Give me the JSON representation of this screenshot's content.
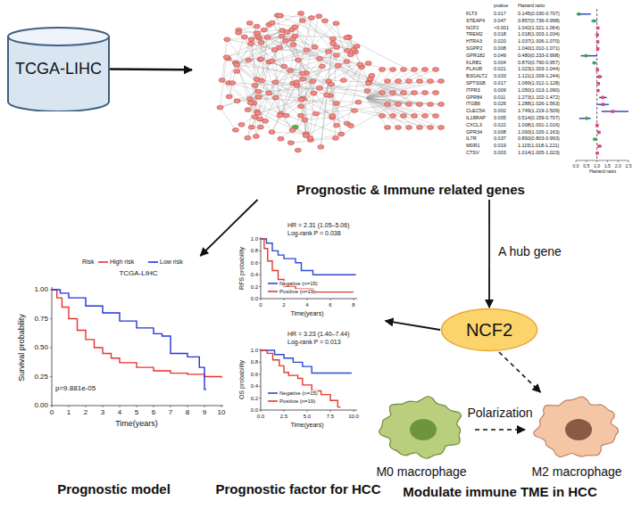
{
  "diagram": {
    "nodes": [
      {
        "text": [
          "TCGA-LIHC"
        ]
      },
      {
        "text": [
          "Prognostic & Immune related genes"
        ]
      },
      {
        "text": [
          "Prognostic model"
        ]
      },
      {
        "text": [
          "Prognostic factor for HCC"
        ]
      },
      {
        "text": [
          "NCF2"
        ]
      },
      {
        "text": [
          "M0 macrophage"
        ]
      },
      {
        "text": [
          "M2 macrophage"
        ]
      }
    ],
    "edges": [
      {
        "from": 0,
        "to": 1,
        "arrow": "to"
      },
      {
        "from": 1,
        "to": 2,
        "arrow": "to"
      },
      {
        "from": 1,
        "to": 4,
        "label": "A hub gene",
        "arrow": "to"
      },
      {
        "from": 4,
        "to": 3,
        "arrow": "to"
      },
      {
        "from": 4,
        "to": 6,
        "arrow": "to"
      },
      {
        "from": 5,
        "to": 6,
        "label": "Polarization",
        "arrow": "to"
      }
    ],
    "labels": [
      "pvalue",
      "Hazard ratio",
      "FLT3",
      "0.017",
      "0.145(0.030-0.707)",
      "STEAP4",
      "0.047",
      "0.857(0.736-0.998)",
      "NCF2",
      "<0.001",
      "1.042(1.021-1.064)",
      "TREM2",
      "0.018",
      "1.018(1.003-1.034)",
      "HTRA3",
      "0.020",
      "1.037(1.006-1.070)",
      "SGPP2",
      "0.008",
      "1.040(1.010-1.071)",
      "GPR182",
      "0.049",
      "0.480(0.233-0.998)",
      "KLRB1",
      "0.004",
      "0.870(0.790-0.957)",
      "PLAUR",
      "0.021",
      "1.023(1.003-1.044)",
      "B3GALT2",
      "0.033",
      "1.121(1.009-1.244)",
      "SPTSSB",
      "0.017",
      "1.069(1.012-1.128)",
      "ITPR3",
      "0.009",
      "1.050(1.013-1.090)",
      "GPR84",
      "0.011",
      "1.273(1.102-1.472)",
      "ITGB6",
      "0.026",
      "1.288(1.026-1.563)",
      "CLEC5A",
      "0.002",
      "1.749(1.219-2.509)",
      "IL18RAP",
      "0.005",
      "0.514(0.159-0.707)",
      "CXCL3",
      "0.022",
      "1.008(1.001-1.016)",
      "GPR34",
      "0.008",
      "1.093(1.026-1.163)",
      "IL7R",
      "0.037",
      "0.893(0.803-0.993)",
      "MDR1",
      "0.019",
      "1.115(1.018-1.221)",
      "CTSV",
      "0.003",
      "1.014(1.005-1.023)",
      "0.0",
      "0.5",
      "1.0",
      "1.5",
      "2.0",
      "2.5",
      "Hazard ratio",
      "Risk",
      "TCGA-LIHC",
      "Survival probability",
      "p=9.881e-05",
      "Time(years)",
      "1.00",
      "0.75",
      "0.50",
      "0.25",
      "0.00",
      "0",
      "1",
      "2",
      "3",
      "4",
      "5",
      "6",
      "7",
      "8",
      "9",
      "10",
      "HR = 2.31 (1.05–5.06)",
      "Log-rank P = 0.038",
      "RFS probability",
      "Time(years)",
      "1.0",
      "0.8",
      "0.6",
      "0.4",
      "0.2",
      "0.0",
      "0",
      "2",
      "4",
      "6",
      "8",
      "HR = 3.23 (1.40–7.44)",
      "Log-rank P = 0.013",
      "OS probability",
      "Time(years)",
      "1.0",
      "0.8",
      "0.6",
      "0.4",
      "0.2",
      "0.0",
      "0.0",
      "2.5",
      "5.0",
      "7.5",
      "10.0",
      "Modulate immune TME in HCC"
    ],
    "legend": [
      {
        "text": "High risk"
      },
      {
        "text": "Low risk"
      },
      {
        "text": "Negative (n=15)"
      },
      {
        "text": "Positive (n=19)"
      },
      {
        "text": "Negative (n=15)"
      },
      {
        "text": "Positive (n=19)"
      }
    ]
  }
}
